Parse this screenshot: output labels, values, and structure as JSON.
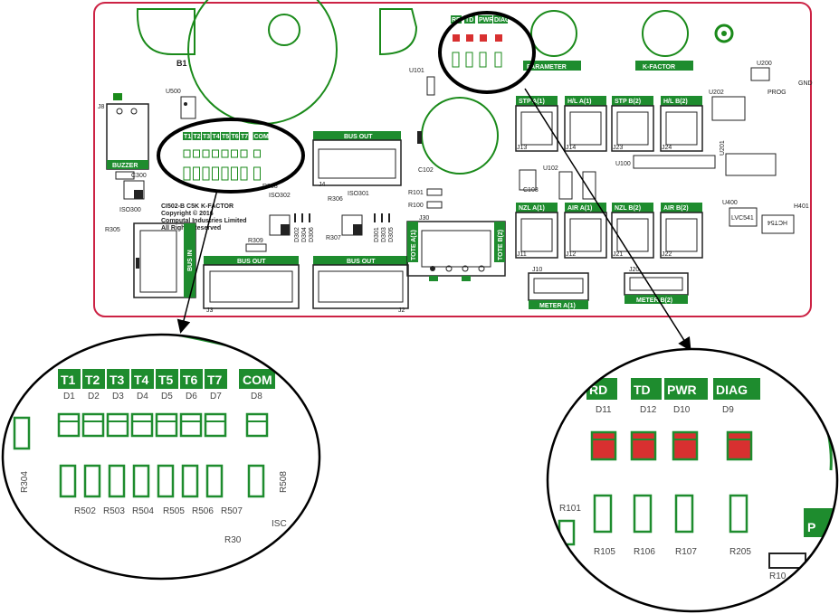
{
  "board": {
    "buzzer_label": "B1",
    "buzzer_module_label": "BUZZER",
    "j8": "J8",
    "u500": "U500",
    "c300": "C300",
    "iso300": "ISO300",
    "r305": "R305",
    "iso302": "ISO302",
    "iso301": "ISO301",
    "r306": "R306",
    "r309": "R309",
    "r307": "R307",
    "r308": "R308",
    "r101": "R101",
    "r100": "R100",
    "j30": "J30",
    "c102": "C102",
    "c103": "C103",
    "u101": "U101",
    "u102": "U102",
    "u100": "U100",
    "u200": "U200",
    "u201": "U201",
    "u202": "U202",
    "u400": "U400",
    "h401": "H401",
    "lvc541": "LVC541",
    "hct54": "HCT54",
    "prog": "PROG",
    "gnd": "GND",
    "copyright": [
      "CI502-B C5K K-FACTOR",
      "Copyright © 2016",
      "Computal Industries Limited",
      "All Rights Reserved"
    ],
    "bus_in": "BUS IN",
    "bus_out": "BUS OUT",
    "tote_a": "TOTE A(1)",
    "tote_b": "TOTE B(2)",
    "parameter": "PARAMETER",
    "kfactor": "K-FACTOR",
    "meter_a": "METER A(1)",
    "meter_b": "METER B(2)",
    "row1": [
      "STP A(1)",
      "H/L A(1)",
      "STP B(2)",
      "H/L B(2)"
    ],
    "row1_j": [
      "J13",
      "J14",
      "J23",
      "J24"
    ],
    "row2": [
      "NZL A(1)",
      "AIR A(1)",
      "NZL B(2)",
      "AIR B(2)"
    ],
    "row2_j": [
      "J11",
      "J12",
      "J21",
      "J22"
    ],
    "j3": "J3",
    "j2": "J2",
    "j4": "J4",
    "j10": "J10",
    "j20": "J20",
    "d_labels": [
      "D302",
      "D304",
      "D306",
      "D301",
      "D303",
      "D305"
    ],
    "small_leds": {
      "headers": [
        "RD",
        "TD",
        "PWR",
        "DIAG"
      ]
    },
    "small_tdiag": {
      "headers": [
        "T1",
        "T2",
        "T3",
        "T4",
        "T5",
        "T6",
        "T7",
        "COM"
      ]
    }
  },
  "zoom_left": {
    "headers": [
      "T1",
      "T2",
      "T3",
      "T4",
      "T5",
      "T6",
      "T7",
      "COM"
    ],
    "diodes": [
      "D1",
      "D2",
      "D3",
      "D4",
      "D5",
      "D6",
      "D7",
      "D8"
    ],
    "resistors": [
      "R502",
      "R503",
      "R504",
      "R505",
      "R506",
      "R507"
    ],
    "side_left": "R304",
    "side_right": "R508",
    "edge_text": "ISC",
    "edge_text2": "R30"
  },
  "zoom_right": {
    "headers": [
      "RD",
      "TD",
      "PWR",
      "DIAG"
    ],
    "diodes": [
      "D11",
      "D12",
      "D10",
      "D9"
    ],
    "resistors": [
      "R105",
      "R106",
      "R107",
      "R205"
    ],
    "edge_left": "R101",
    "edge_right": "P",
    "edge_bottom": "R10"
  },
  "colors": {
    "pcb_green": "#1a8a1a",
    "header_green": "#1e8c2e",
    "outline_red": "#cc2244",
    "led_red": "#d83030"
  }
}
